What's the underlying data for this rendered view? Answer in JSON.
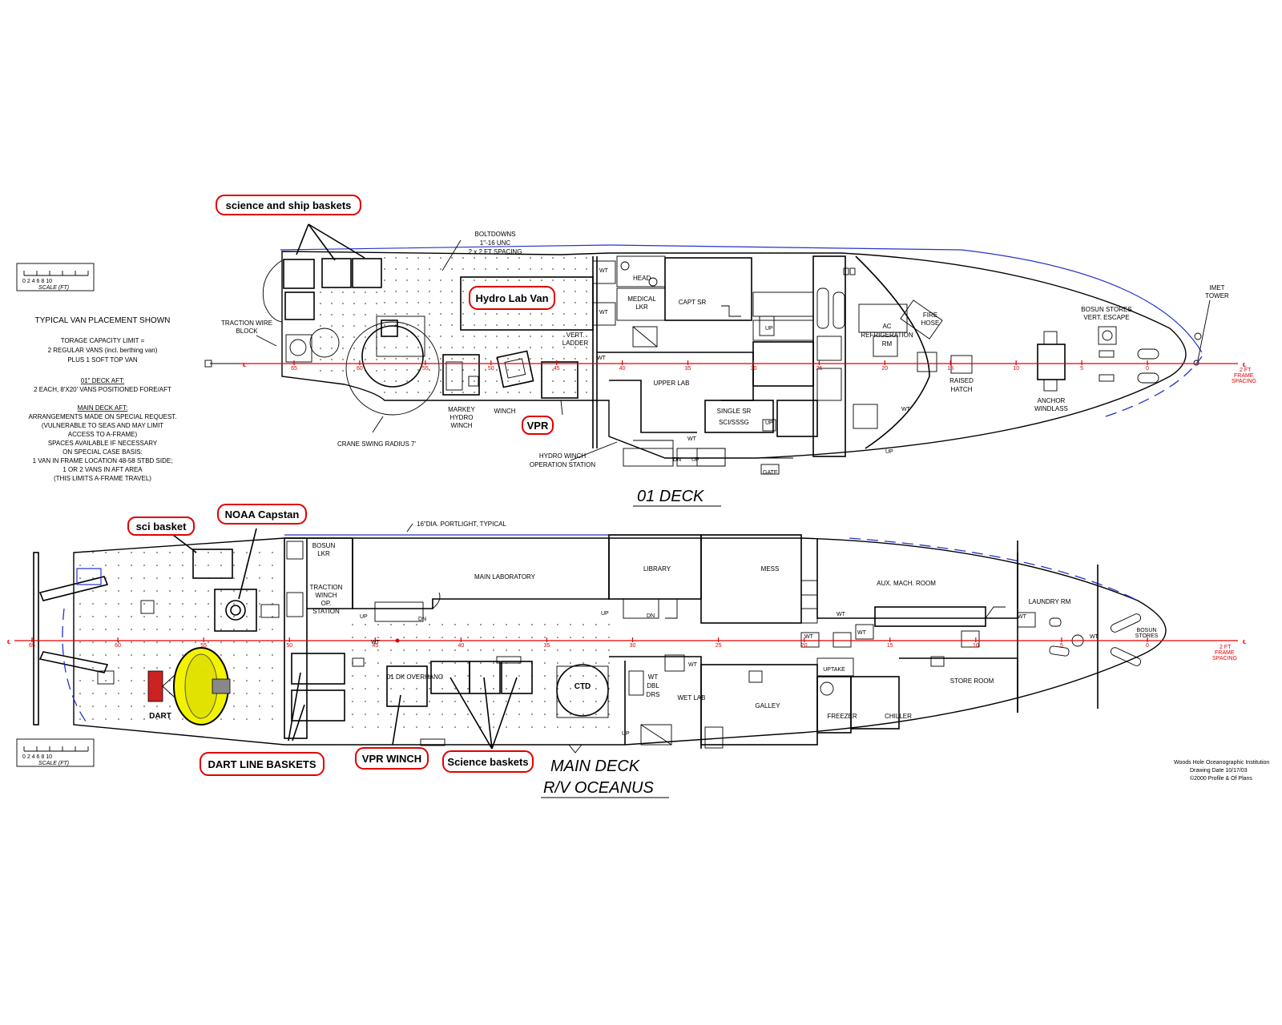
{
  "callouts": {
    "science_ship_baskets": "science and ship baskets",
    "hydro_lab_van": "Hydro Lab Van",
    "vpr": "VPR",
    "noaa_capstan": "NOAA Capstan",
    "sci_basket": "sci basket",
    "dart_line_baskets": "DART LINE BASKETS",
    "vpr_winch": "VPR WINCH",
    "science_baskets": "Science baskets"
  },
  "scale": {
    "ticks": "0  2  4  6  8  10",
    "label": "SCALE (FT)"
  },
  "notes": {
    "typical": "TYPICAL VAN PLACEMENT SHOWN",
    "capacity_1": "TORAGE CAPACITY LIMIT =",
    "capacity_2": "2 REGULAR VANS (incl. berthing van)",
    "capacity_3": "PLUS 1 SOFT TOP VAN",
    "deck01_hdr": "01\" DECK AFT:",
    "deck01_txt": "2 EACH, 8'X20' VANS POSITIONED FORE/AFT",
    "main_hdr": "MAIN DECK AFT:",
    "main_1": "ARRANGEMENTS MADE ON SPECIAL REQUEST.",
    "main_2": "(VULNERABLE TO SEAS AND MAY LIMIT",
    "main_3": "ACCESS TO A-FRAME)",
    "main_4": "SPACES AVAILABLE IF NECESSARY",
    "main_5": "ON SPECIAL CASE BASIS:",
    "main_6": "1 VAN IN FRAME LOCATION 48-58 STBD SIDE;",
    "main_7": "1 OR 2 VANS IN AFT AREA",
    "main_8": "(THIS LIMITS A-FRAME TRAVEL)"
  },
  "deck01": {
    "title": "01  DECK",
    "boltdowns_1": "BOLTDOWNS",
    "boltdowns_2": "1\"-16 UNC",
    "boltdowns_3": "2 x 2 FT SPACING",
    "traction_1": "TRACTION WIRE",
    "traction_2": "BLOCK",
    "crane": "CRANE SWING RADIUS 7'",
    "markey_1": "MARKEY",
    "markey_2": "HYDRO",
    "markey_3": "WINCH",
    "winch": "WINCH",
    "hydro_station_1": "HYDRO WINCH",
    "hydro_station_2": "OPERATION STATION",
    "vert_ladder_1": "VERT.",
    "vert_ladder_2": "LADDER",
    "head": "HEAD",
    "medical_1": "MEDICAL",
    "medical_2": "LKR",
    "capt": "CAPT SR",
    "upper_lab": "UPPER LAB",
    "single_1": "SINGLE SR",
    "single_2": "SCI/SSSG",
    "ac_1": "AC",
    "ac_2": "REFRIGERATION",
    "ac_3": "RM",
    "fire_1": "FIRE",
    "fire_2": "HOSE",
    "raised_1": "RAISED",
    "raised_2": "HATCH",
    "bosun_1": "BOSUN STORES",
    "bosun_2": "VERT. ESCAPE",
    "anchor_1": "ANCHOR",
    "anchor_2": "WINDLASS",
    "imet_1": "IMET",
    "imet_2": "TOWER",
    "frame_1": "2 FT",
    "frame_2": "FRAME",
    "frame_3": "SPACING",
    "wt": "WT",
    "up": "UP",
    "dn": "DN",
    "gate": "GATE",
    "frames": [
      "65",
      "60",
      "55",
      "50",
      "45",
      "40",
      "35",
      "30",
      "25",
      "20",
      "15",
      "10",
      "5",
      "0"
    ]
  },
  "main": {
    "title_1": "MAIN  DECK",
    "title_2": "R/V OCEANUS",
    "portlight": "16\"DIA. PORTLIGHT, TYPICAL",
    "bosun_lkr_1": "BOSUN",
    "bosun_lkr_2": "LKR",
    "traction_1": "TRACTION",
    "traction_2": "WINCH",
    "traction_3": "OP.",
    "traction_4": "STATION",
    "main_lab": "MAIN LABORATORY",
    "library": "LIBRARY",
    "mess": "MESS",
    "aux": "AUX. MACH. ROOM",
    "laundry": "LAUNDRY RM",
    "bosun_stores_1": "BOSUN",
    "bosun_stores_2": "STORES",
    "overhang": "01 DK OVERHANG",
    "ctd": "CTD",
    "wt_dbl_1": "WT",
    "wt_dbl_2": "DBL",
    "wt_dbl_3": "DRS",
    "wet_lab": "WET LAB",
    "galley": "GALLEY",
    "uptake": "UPTAKE",
    "freezer": "FREEZER",
    "chiller": "CHILLER",
    "store_room": "STORE ROOM",
    "dart": "DART",
    "frames": [
      "65",
      "60",
      "55",
      "50",
      "45",
      "40",
      "35",
      "30",
      "25",
      "20",
      "15",
      "10",
      "5",
      "0"
    ]
  },
  "credits": {
    "line1": "Woods Hole Oceanographic Institution",
    "line2": "Drawing Date  10/17/03",
    "line3": "©2000 Profile & Of Plans"
  }
}
